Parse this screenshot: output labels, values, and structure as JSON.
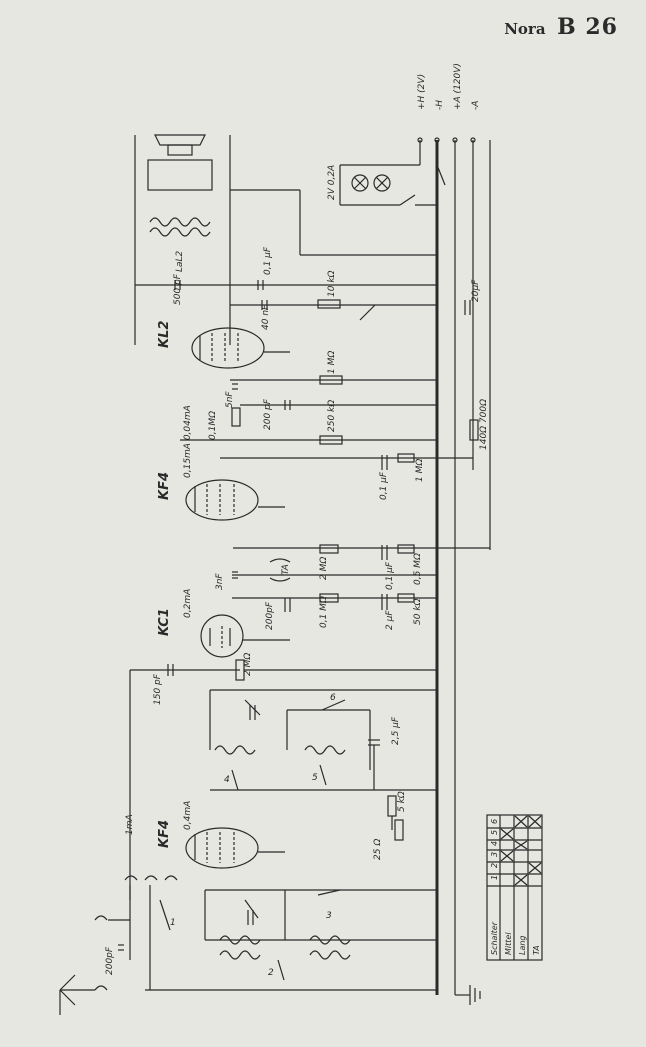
{
  "header": {
    "maker": "Nora",
    "model": "B 26"
  },
  "supply_labels": [
    "+H (2V)",
    "-H",
    "+A (120V)",
    "-A"
  ],
  "lamp_label": "2V 0,2A",
  "tubes": [
    {
      "id": "KL2",
      "label": "KL2"
    },
    {
      "id": "KF4a",
      "label": "KF4",
      "current": "0,15mA 0,04mA"
    },
    {
      "id": "KC1",
      "label": "KC1",
      "current": "0,2mA"
    },
    {
      "id": "KF4b",
      "label": "KF4",
      "current": "0,4mA"
    }
  ],
  "components": [
    {
      "label": "500 pF"
    },
    {
      "label": "0,1 µF"
    },
    {
      "label": "40 nF"
    },
    {
      "label": "10 kΩ"
    },
    {
      "label": "20µF"
    },
    {
      "label": "1 MΩ"
    },
    {
      "label": "5nF"
    },
    {
      "label": "0,1MΩ"
    },
    {
      "label": "200 pF"
    },
    {
      "label": "250 kΩ"
    },
    {
      "label": "0,1 µF"
    },
    {
      "label": "1 MΩ"
    },
    {
      "label": "140Ω 700Ω"
    },
    {
      "label": "3nF"
    },
    {
      "label": "TA"
    },
    {
      "label": "2 MΩ"
    },
    {
      "label": "0,1 µF"
    },
    {
      "label": "0,5 MΩ"
    },
    {
      "label": "200pF"
    },
    {
      "label": "0,1 MΩ"
    },
    {
      "label": "2 µF"
    },
    {
      "label": "50 kΩ"
    },
    {
      "label": "150 pF"
    },
    {
      "label": "2 MΩ"
    },
    {
      "label": "2,5 µF"
    },
    {
      "label": "5 kΩ"
    },
    {
      "label": "25 Ω"
    },
    {
      "label": "1mA"
    },
    {
      "label": "200pF"
    },
    {
      "label": "LaL2"
    }
  ],
  "switch_numbers": [
    "1",
    "2",
    "3",
    "4",
    "5",
    "6"
  ],
  "switch_table": {
    "header": [
      "Schalter",
      "1",
      "2",
      "3",
      "4",
      "5",
      "6"
    ],
    "rows": [
      "Mittel",
      "Lang",
      "TA"
    ]
  }
}
